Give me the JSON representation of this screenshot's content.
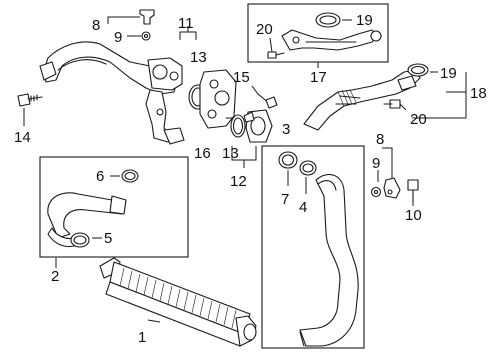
{
  "callouts": {
    "n1": "1",
    "n2": "2",
    "n3": "3",
    "n4": "4",
    "n5": "5",
    "n6": "6",
    "n7": "7",
    "n8a": "8",
    "n8b": "8",
    "n9a": "9",
    "n9b": "9",
    "n10": "10",
    "n11": "11",
    "n12": "12",
    "n13a": "13",
    "n13b": "13",
    "n14": "14",
    "n15": "15",
    "n16": "16",
    "n17": "17",
    "n18": "18",
    "n19a": "19",
    "n19b": "19",
    "n20a": "20",
    "n20b": "20"
  }
}
